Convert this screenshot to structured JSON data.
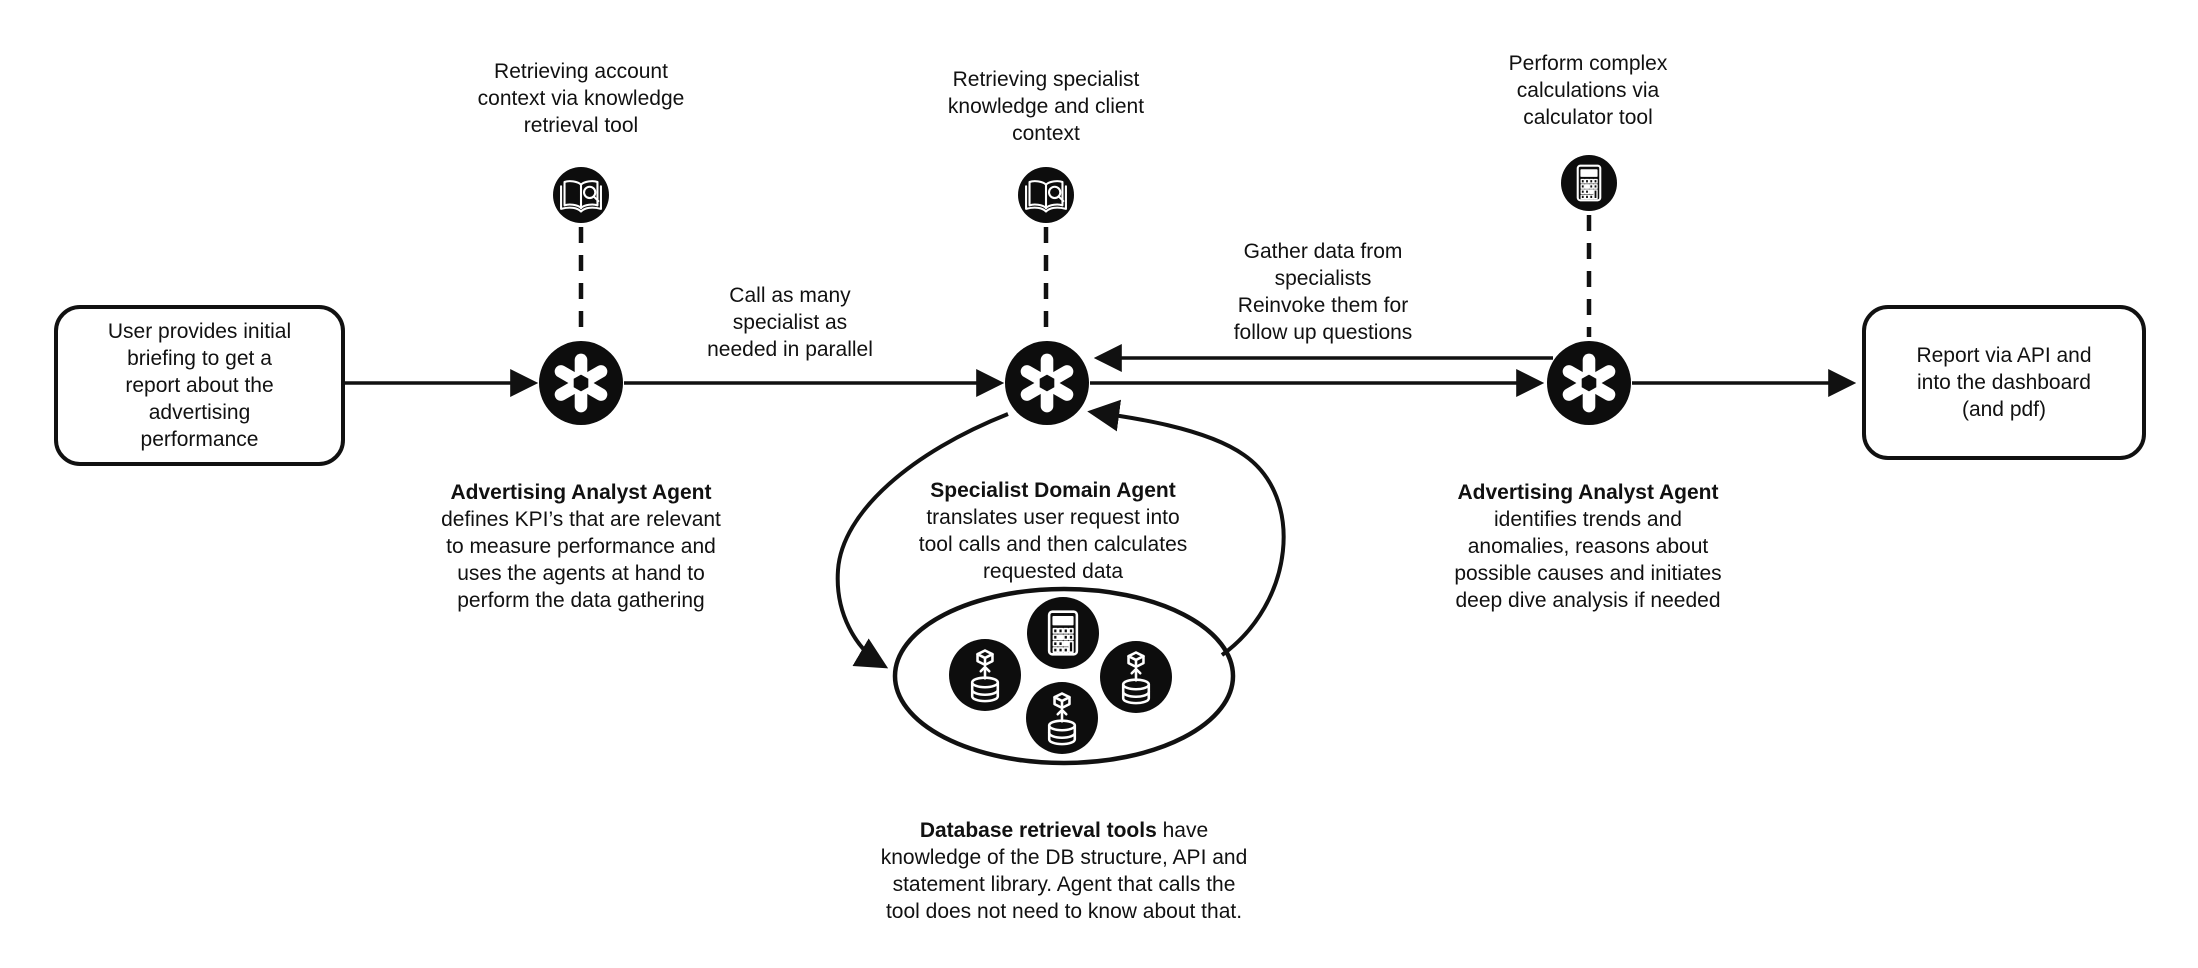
{
  "colors": {
    "ink": "#111111",
    "background": "#ffffff"
  },
  "start_box": {
    "text": "User provides initial\nbriefing to get a\nreport about the\nadvertising\nperformance"
  },
  "end_box": {
    "text": "Report via API and\ninto the dashboard\n(and pdf)"
  },
  "tool_callouts": [
    {
      "id": "knowledge-retrieval-left",
      "icon": "book-search-icon",
      "label": "Retrieving account\ncontext via knowledge\nretrieval tool"
    },
    {
      "id": "knowledge-retrieval-middle",
      "icon": "book-search-icon",
      "label": "Retrieving specialist\nknowledge and client\ncontext"
    },
    {
      "id": "calculator-top-right",
      "icon": "calculator-icon",
      "label": "Perform complex\ncalculations via\ncalculator tool"
    }
  ],
  "agents": [
    {
      "name": "Advertising Analyst Agent",
      "description": "defines KPI’s that are relevant\nto measure performance and\nuses the agents at hand to\nperform the data gathering"
    },
    {
      "name": "Specialist Domain Agent",
      "description": "translates user request into\ntool calls and then calculates\nrequested data"
    },
    {
      "name": "Advertising Analyst Agent",
      "description": "identifies trends and\nanomalies, reasons about\npossible causes and initiates\ndeep dive analysis if needed"
    }
  ],
  "edge_notes": {
    "parallel": "Call as many\nspecialist as\nneeded in parallel",
    "gather": "Gather data from\nspecialists\nReinvoke them for\nfollow up questions"
  },
  "db_tools": {
    "title": "Database retrieval tools",
    "body": " have\nknowledge of the DB structure, API and\nstatement library. Agent that calls the\ntool does not need to know about that.",
    "icons": [
      "calculator-icon",
      "database-icon",
      "database-icon",
      "database-icon"
    ]
  }
}
